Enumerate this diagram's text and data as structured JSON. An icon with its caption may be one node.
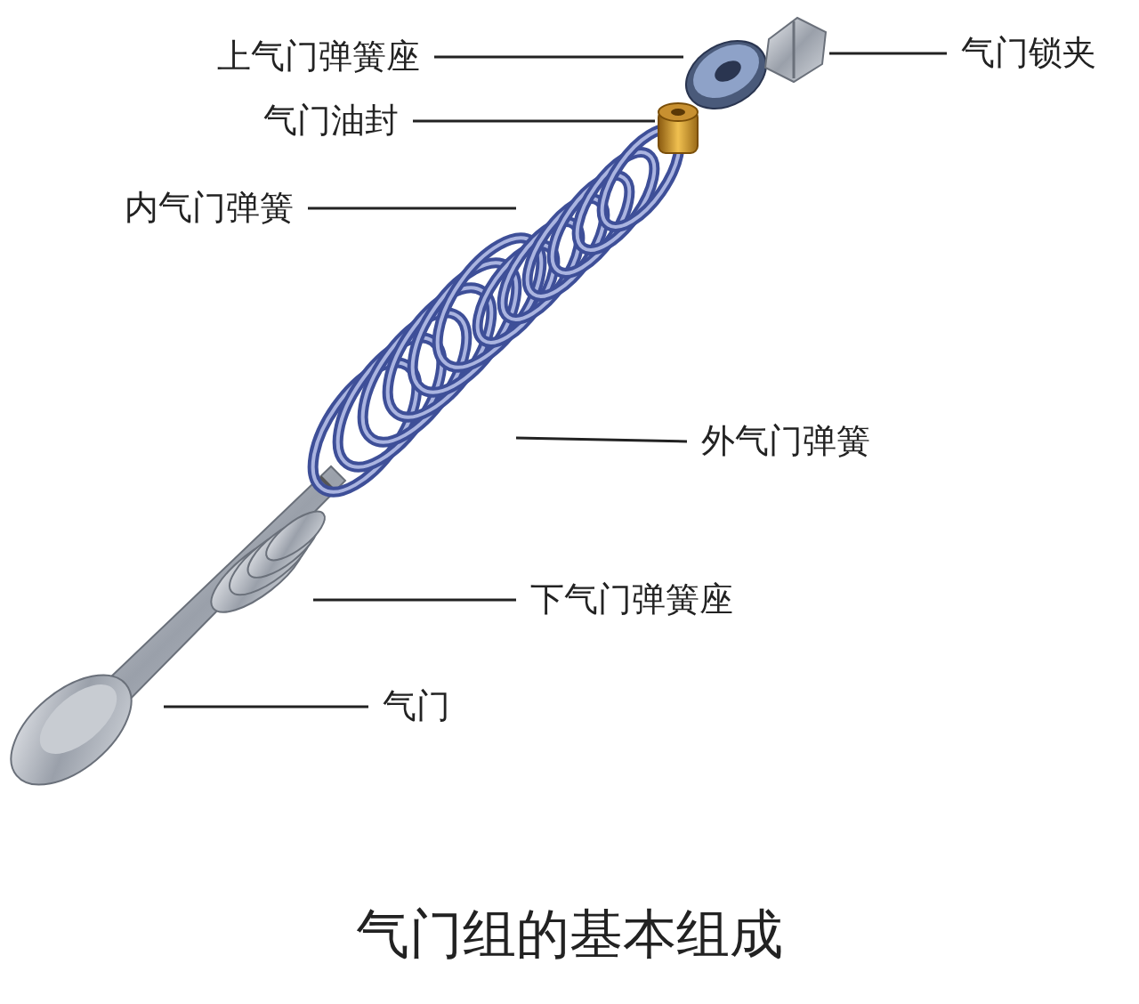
{
  "diagram": {
    "caption": "气门组的基本组成",
    "nodes": [
      {
        "text": [
          "上气门弹簧座"
        ]
      },
      {
        "text": [
          "气门锁夹"
        ]
      },
      {
        "text": [
          "气门油封"
        ]
      },
      {
        "text": [
          "内气门弹簧"
        ]
      },
      {
        "text": [
          "外气门弹簧"
        ]
      },
      {
        "text": [
          "下气门弹簧座"
        ]
      },
      {
        "text": [
          "气门"
        ]
      },
      {
        "text": [],
        "shape": "picture"
      },
      {
        "text": [],
        "shape": "picture"
      },
      {
        "text": [],
        "shape": "picture"
      },
      {
        "text": [],
        "shape": "picture"
      },
      {
        "text": [],
        "shape": "picture"
      },
      {
        "text": [],
        "shape": "picture"
      },
      {
        "text": [],
        "shape": "picture"
      }
    ],
    "edges": [
      {
        "from": 0,
        "to": 8,
        "arrow": "none"
      },
      {
        "from": 1,
        "to": 7,
        "arrow": "none"
      },
      {
        "from": 2,
        "to": 9,
        "arrow": "none"
      },
      {
        "from": 3,
        "to": 10,
        "arrow": "none"
      },
      {
        "from": 4,
        "to": 11,
        "arrow": "none"
      },
      {
        "from": 5,
        "to": 12,
        "arrow": "none"
      },
      {
        "from": 6,
        "to": 13,
        "arrow": "none"
      }
    ]
  }
}
